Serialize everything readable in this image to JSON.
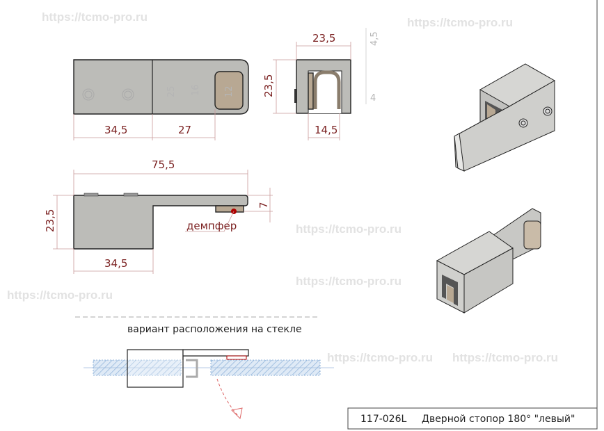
{
  "watermark": "https://tcmo-pro.ru",
  "title_block": {
    "code": "117-026L",
    "name": "Дверной стопор 180° \"левый\""
  },
  "top_view": {
    "dim_left": "34,5",
    "dim_right": "27",
    "dim_inner_a": "25",
    "dim_inner_b": "16",
    "dim_pad": "12"
  },
  "end_view": {
    "dim_width": "23,5",
    "dim_height": "23,5",
    "dim_gap": "14,5",
    "dim_top": "4,5",
    "dim_side": "4"
  },
  "side_view": {
    "dim_length": "75,5",
    "dim_height": "23,5",
    "dim_body": "34,5",
    "dim_arm": "7",
    "damper_label": "демпфер"
  },
  "glass_section": {
    "caption": "вариант расположения на стекле"
  },
  "colors": {
    "part": "#bcbcb8",
    "pad": "#b8a893",
    "dimension": "#7a1f1f",
    "glass": "#a9c8e8",
    "damper_marker": "#b00000"
  }
}
